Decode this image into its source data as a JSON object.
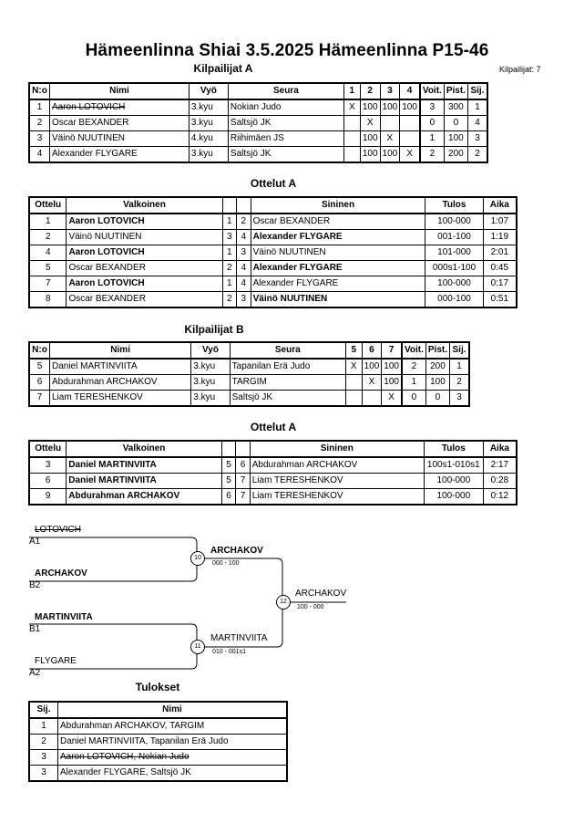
{
  "title": "Hämeenlinna Shiai  3.5.2025  Hämeenlinna   P15-46",
  "competitors_count": "Kilpailijat: 7",
  "pool_a": {
    "heading": "Kilpailijat A",
    "headers": [
      "N:o",
      "Nimi",
      "Vyö",
      "Seura",
      "1",
      "2",
      "3",
      "4",
      "Voit.",
      "Pist.",
      "Sij."
    ],
    "rows": [
      {
        "no": "1",
        "name": "Aaron LOTOVICH",
        "belt": "3.kyu",
        "club": "Nokian Judo",
        "r": [
          "X",
          "100",
          "100",
          "100"
        ],
        "wins": "3",
        "pts": "300",
        "place": "1",
        "struck": true
      },
      {
        "no": "2",
        "name": "Oscar BEXANDER",
        "belt": "3.kyu",
        "club": "Saltsjö JK",
        "r": [
          "",
          "X",
          "",
          ""
        ],
        "wins": "0",
        "pts": "0",
        "place": "4",
        "struck": false
      },
      {
        "no": "3",
        "name": "Väinö NUUTINEN",
        "belt": "4.kyu",
        "club": "Riihimäen JS",
        "r": [
          "",
          "100",
          "X",
          ""
        ],
        "wins": "1",
        "pts": "100",
        "place": "3",
        "struck": false
      },
      {
        "no": "4",
        "name": "Alexander FLYGARE",
        "belt": "3.kyu",
        "club": "Saltsjö JK",
        "r": [
          "",
          "100",
          "100",
          "X"
        ],
        "wins": "2",
        "pts": "200",
        "place": "2",
        "struck": false
      }
    ]
  },
  "matches_a": {
    "heading": "Ottelut A",
    "headers": [
      "Ottelu",
      "Valkoinen",
      "",
      "",
      "Sininen",
      "Tulos",
      "Aika"
    ],
    "rows": [
      {
        "n": "1",
        "w": "Aaron LOTOVICH",
        "wi": "1",
        "bi": "2",
        "b": "Oscar BEXANDER",
        "res": "100-000",
        "time": "1:07",
        "win": "w"
      },
      {
        "n": "2",
        "w": "Väinö NUUTINEN",
        "wi": "3",
        "bi": "4",
        "b": "Alexander FLYGARE",
        "res": "001-100",
        "time": "1:19",
        "win": "b"
      },
      {
        "n": "4",
        "w": "Aaron LOTOVICH",
        "wi": "1",
        "bi": "3",
        "b": "Väinö NUUTINEN",
        "res": "101-000",
        "time": "2:01",
        "win": "w"
      },
      {
        "n": "5",
        "w": "Oscar BEXANDER",
        "wi": "2",
        "bi": "4",
        "b": "Alexander FLYGARE",
        "res": "000s1-100",
        "time": "0:45",
        "win": "b"
      },
      {
        "n": "7",
        "w": "Aaron LOTOVICH",
        "wi": "1",
        "bi": "4",
        "b": "Alexander FLYGARE",
        "res": "100-000",
        "time": "0:17",
        "win": "w"
      },
      {
        "n": "8",
        "w": "Oscar BEXANDER",
        "wi": "2",
        "bi": "3",
        "b": "Väinö NUUTINEN",
        "res": "000-100",
        "time": "0:51",
        "win": "b"
      }
    ]
  },
  "pool_b": {
    "heading": "Kilpailijat B",
    "headers": [
      "N:o",
      "Nimi",
      "Vyö",
      "Seura",
      "5",
      "6",
      "7",
      "Voit.",
      "Pist.",
      "Sij."
    ],
    "rows": [
      {
        "no": "5",
        "name": "Daniel MARTINVIITA",
        "belt": "3.kyu",
        "club": "Tapanilan Erä Judo",
        "r": [
          "X",
          "100",
          "100"
        ],
        "wins": "2",
        "pts": "200",
        "place": "1"
      },
      {
        "no": "6",
        "name": "Abdurahman ARCHAKOV",
        "belt": "3.kyu",
        "club": "TARGIM",
        "r": [
          "",
          "X",
          "100"
        ],
        "wins": "1",
        "pts": "100",
        "place": "2"
      },
      {
        "no": "7",
        "name": "Liam TERESHENKOV",
        "belt": "3.kyu",
        "club": "Saltsjö JK",
        "r": [
          "",
          "",
          "X"
        ],
        "wins": "0",
        "pts": "0",
        "place": "3"
      }
    ]
  },
  "matches_b": {
    "heading": "Ottelut A",
    "headers": [
      "Ottelu",
      "Valkoinen",
      "",
      "",
      "Sininen",
      "Tulos",
      "Aika"
    ],
    "rows": [
      {
        "n": "3",
        "w": "Daniel MARTINVIITA",
        "wi": "5",
        "bi": "6",
        "b": "Abdurahman ARCHAKOV",
        "res": "100s1-010s1",
        "time": "2:17",
        "win": "w"
      },
      {
        "n": "6",
        "w": "Daniel MARTINVIITA",
        "wi": "5",
        "bi": "7",
        "b": "Liam TERESHENKOV",
        "res": "100-000",
        "time": "0:28",
        "win": "w"
      },
      {
        "n": "9",
        "w": "Abdurahman ARCHAKOV",
        "wi": "6",
        "bi": "7",
        "b": "Liam TERESHENKOV",
        "res": "100-000",
        "time": "0:12",
        "win": "w"
      }
    ]
  },
  "bracket": {
    "e1_name": "LOTOVICH",
    "e1_seed": "A1",
    "e2_name": "ARCHAKOV",
    "e2_seed": "B2",
    "e3_name": "MARTINVIITA",
    "e3_seed": "B1",
    "e4_name": "FLYGARE",
    "e4_seed": "A2",
    "m10": "10",
    "m10_winner": "ARCHAKOV",
    "m10_score": "000 - 100",
    "m11": "11",
    "m11_winner": "MARTINVIITA",
    "m11_score": "010 - 001s1",
    "m12": "12",
    "m12_winner": "ARCHAKOV",
    "m12_score": "100 - 000"
  },
  "results": {
    "heading": "Tulokset",
    "headers": [
      "Sij.",
      "Nimi"
    ],
    "rows": [
      {
        "place": "1",
        "name": "Abdurahman ARCHAKOV, TARGIM",
        "struck": false
      },
      {
        "place": "2",
        "name": "Daniel MARTINVIITA, Tapanilan Erä Judo",
        "struck": false
      },
      {
        "place": "3",
        "name": "Aaron LOTOVICH, Nokian Judo",
        "struck": true
      },
      {
        "place": "3",
        "name": "Alexander FLYGARE, Saltsjö JK",
        "struck": false
      }
    ]
  }
}
